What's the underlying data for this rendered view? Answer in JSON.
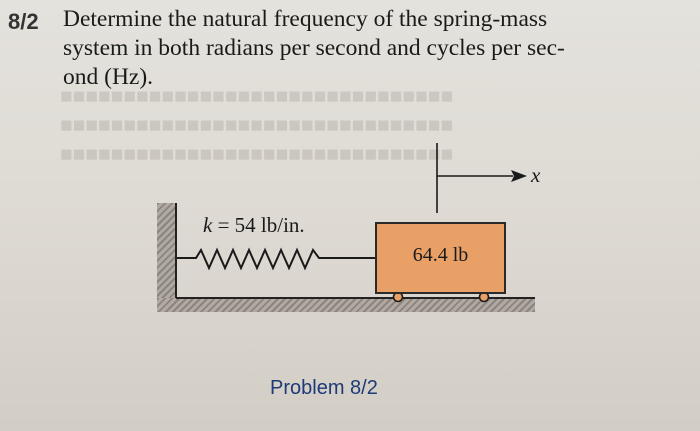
{
  "problem": {
    "number": "8/2",
    "lines": [
      "Determine the natural frequency of the spring-mass",
      "system in both radians per second and cycles per sec-",
      "ond (Hz)."
    ]
  },
  "figure": {
    "spring_label_prefix": "k",
    "spring_label_value": " = 54 lb/in.",
    "mass_label": "64.4 lb",
    "displacement_label": "x",
    "caption": "Problem 8/2"
  },
  "colors": {
    "mass_fill": "#e8a067",
    "caption": "#1e3a78",
    "problem_number": "#333333"
  }
}
